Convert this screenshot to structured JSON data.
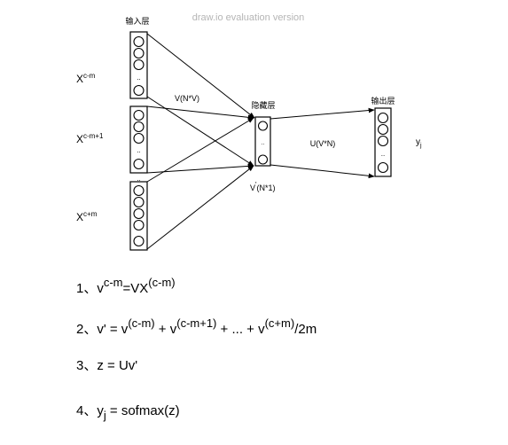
{
  "watermark": "draw.io evaluation version",
  "diagram": {
    "input_layer_label": "输入层",
    "hidden_layer_label": "隐藏层",
    "output_layer_label": "输出层",
    "inputs": [
      {
        "base": "X",
        "sup": "c-m"
      },
      {
        "base": "X",
        "sup": "c-m+1"
      },
      {
        "base": "X",
        "sup": "c+m"
      }
    ],
    "edge_labels": {
      "v": "V(N*V)",
      "u": "U(V*N)",
      "vprime_v": "V",
      "vprime_prime": "'",
      "vprime_dim": "(N*1)"
    },
    "output_label": {
      "base": "y",
      "sub": "j"
    },
    "dots": ".."
  },
  "equations": [
    {
      "num": "1、",
      "parts": [
        {
          "t": "v",
          "s": "n"
        },
        {
          "t": "c-m",
          "s": "sup"
        },
        {
          "t": "=VX",
          "s": "n"
        },
        {
          "t": "(c-m)",
          "s": "sup"
        }
      ]
    },
    {
      "num": "2、",
      "parts": [
        {
          "t": "v' = v",
          "s": "n"
        },
        {
          "t": "(c-m)",
          "s": "sup"
        },
        {
          "t": " + v",
          "s": "n"
        },
        {
          "t": "(c-m+1)",
          "s": "sup"
        },
        {
          "t": " + ... + v",
          "s": "n"
        },
        {
          "t": "(c+m)",
          "s": "sup"
        },
        {
          "t": "/2m",
          "s": "n"
        }
      ]
    },
    {
      "num": "3、",
      "parts": [
        {
          "t": "z =  Uv'",
          "s": "n"
        }
      ]
    },
    {
      "num": "4、",
      "parts": [
        {
          "t": "y",
          "s": "n"
        },
        {
          "t": "j",
          "s": "sub"
        },
        {
          "t": " = sofmax(z)",
          "s": "n"
        }
      ]
    }
  ]
}
